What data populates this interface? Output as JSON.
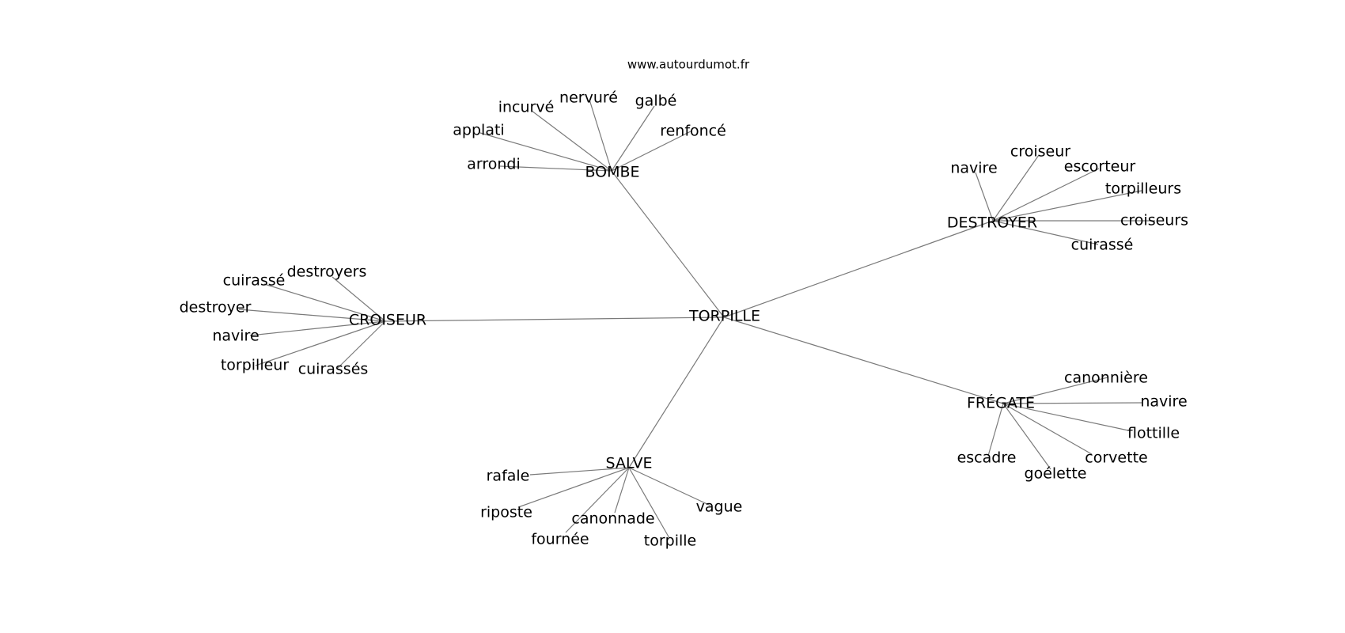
{
  "site": "www.autourdumot.fr",
  "center": "TORPILLE",
  "clusters": [
    {
      "hub": "BOMBE",
      "leaves": [
        "arrondi",
        "applati",
        "incurvé",
        "nervuré",
        "galbé",
        "renfoncé"
      ]
    },
    {
      "hub": "DESTROYER",
      "leaves": [
        "navire",
        "croiseur",
        "escorteur",
        "torpilleurs",
        "croiseurs",
        "cuirassé"
      ]
    },
    {
      "hub": "CROISEUR",
      "leaves": [
        "destroyers",
        "cuirassé",
        "destroyer",
        "navire",
        "torpilleur",
        "cuirassés"
      ]
    },
    {
      "hub": "FRÉGATE",
      "leaves": [
        "canonnière",
        "navire",
        "flottille",
        "corvette",
        "goélette",
        "escadre"
      ]
    },
    {
      "hub": "SALVE",
      "leaves": [
        "rafale",
        "riposte",
        "fournée",
        "canonnade",
        "torpille",
        "vague"
      ]
    }
  ]
}
